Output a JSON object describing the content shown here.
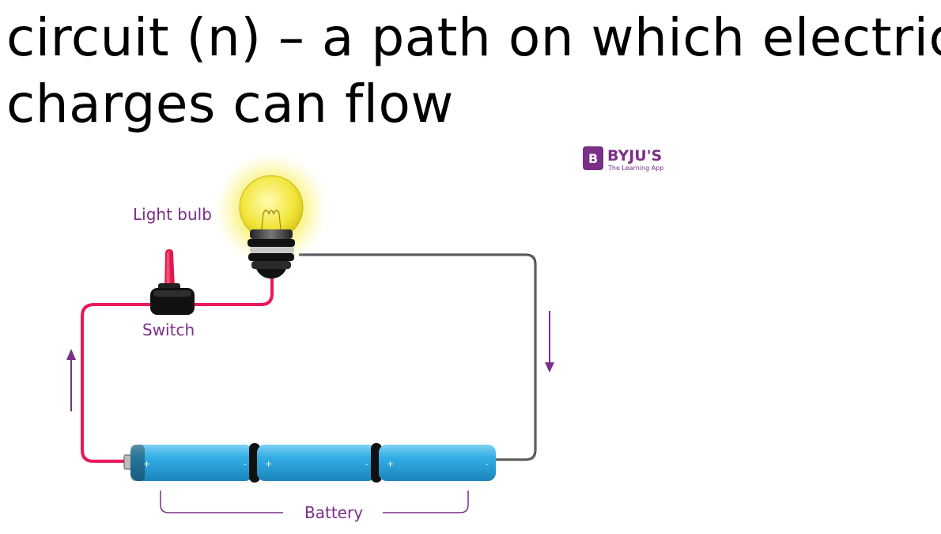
{
  "title": {
    "line1": "circuit (n) – a path on which electric",
    "line2": "charges can flow"
  },
  "logo": {
    "word": "BYJU'S",
    "tagline": "The Learning App",
    "mark": "B"
  },
  "labels": {
    "light_bulb": "Light bulb",
    "switch": "Switch",
    "battery": "Battery"
  },
  "terminals": {
    "plus": "+",
    "minus": "-"
  },
  "colors": {
    "wire_positive": "#e8185a",
    "wire_negative": "#333333",
    "label": "#7a2f88",
    "battery": "#2aa7e0",
    "bulb_glow": "#f7f160"
  }
}
